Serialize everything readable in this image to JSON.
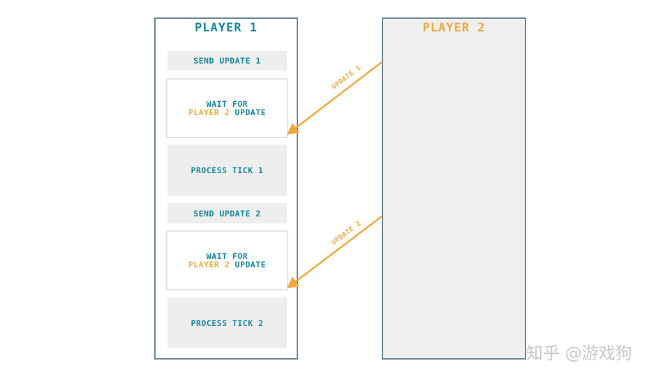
{
  "players": {
    "player1_title": "PLAYER 1",
    "player2_title": "PLAYER 2"
  },
  "steps": {
    "send1": "SEND UPDATE 1",
    "wait1_line1": "WAIT FOR",
    "wait1_player": "PLAYER 2",
    "wait1_update": "UPDATE",
    "tick1": "PROCESS TICK 1",
    "send2": "SEND UPDATE 2",
    "wait2_line1": "WAIT FOR",
    "wait2_player": "PLAYER 2",
    "wait2_update": "UPDATE",
    "tick2": "PROCESS TICK 2"
  },
  "arrows": {
    "update1": "UPDATE 1",
    "update2": "UPDATE 2"
  },
  "colors": {
    "teal": "#138a9b",
    "orange": "#f2a93b",
    "border": "#6f8592",
    "panel": "#eeeeee"
  },
  "watermark": "知乎 @游戏狗"
}
